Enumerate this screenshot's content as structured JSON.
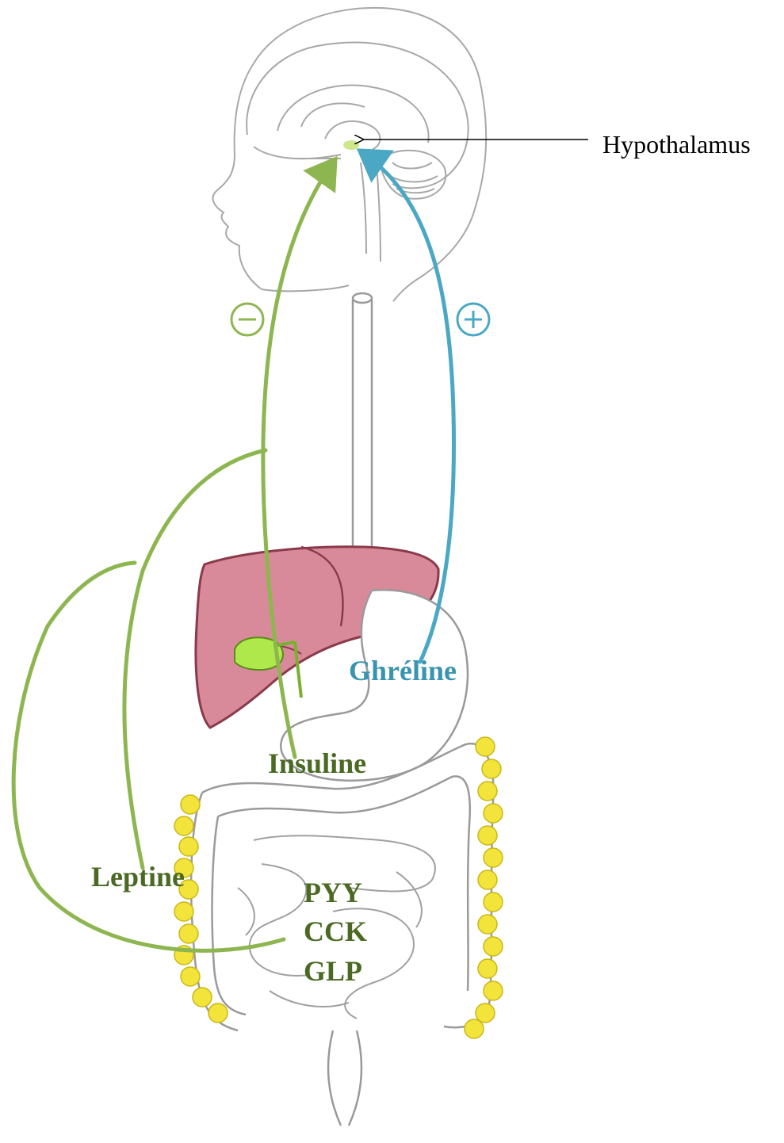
{
  "labels": {
    "hypothalamus": "Hypothalamus",
    "ghreline": "Ghréline",
    "insuline": "Insuline",
    "leptine": "Leptine",
    "pyy": "PYY",
    "cck": "CCK",
    "glp": "GLP"
  },
  "signs": {
    "inhibit": "−",
    "stimulate": "+"
  },
  "colors": {
    "inhibitory": "#8db650",
    "stimulatory": "#4ba8c4",
    "dark_green_text": "#4a6a24",
    "blue_text": "#3a94b0",
    "liver": "#d98a9a",
    "gallbladder": "#aee84a",
    "fat": "#f2e43a",
    "outline": "#9a9a9a"
  }
}
